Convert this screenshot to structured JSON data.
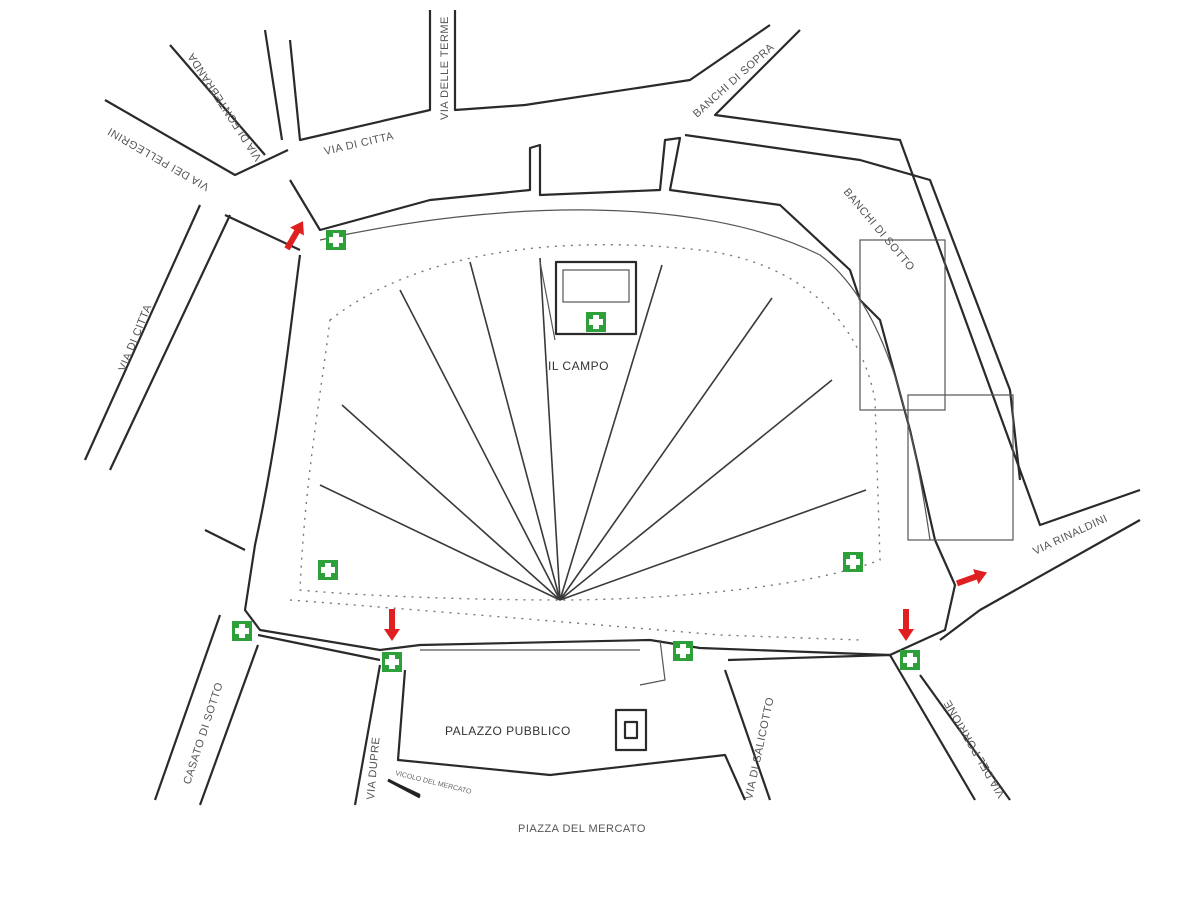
{
  "map": {
    "colors": {
      "first_aid": "#2ea03a",
      "arrow": "#e02020",
      "lines": "#2a2a2a"
    },
    "icons": {
      "first_aid": "first-aid-cross-icon",
      "direction": "red-arrow-icon"
    },
    "labels": {
      "campo": "IL CAMPO",
      "palazzo": "PALAZZO PUBBLICO",
      "mercato": "PIAZZA DEL MERCATO",
      "via_pellegrini": "VIA DEI PELLEGRINI",
      "via_fontebranda": "VIA DI FONTEBRANDA",
      "via_citta_top": "VIA DI CITTA",
      "via_terme": "VIA DELLE TERME",
      "banchi_sopra": "BANCHI DI SOPRA",
      "banchi_sotto": "BANCHI DI SOTTO",
      "via_citta_left": "VIA DI CITTA",
      "via_rinaldini": "VIA RINALDINI",
      "casato_sotto": "CASATO DI SOTTO",
      "via_dupre": "VIA DUPRE",
      "vicolo_mercato": "VICOLO DEL MERCATO",
      "via_salicotto": "VIA DI SALICOTTO",
      "via_porrione": "VIA DEL PORRIONE"
    }
  }
}
